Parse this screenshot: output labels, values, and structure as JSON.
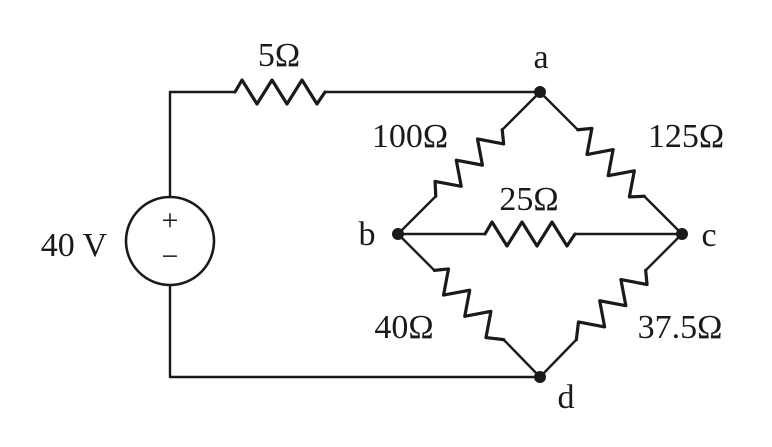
{
  "circuit": {
    "source": {
      "voltage_label": "40 V",
      "plus": "+",
      "minus": "−"
    },
    "nodes": {
      "a": "a",
      "b": "b",
      "c": "c",
      "d": "d"
    },
    "resistors": {
      "r_series": "5Ω",
      "r_ab": "100Ω",
      "r_ac": "125Ω",
      "r_bc": "25Ω",
      "r_bd": "40Ω",
      "r_cd": "37.5Ω"
    }
  }
}
